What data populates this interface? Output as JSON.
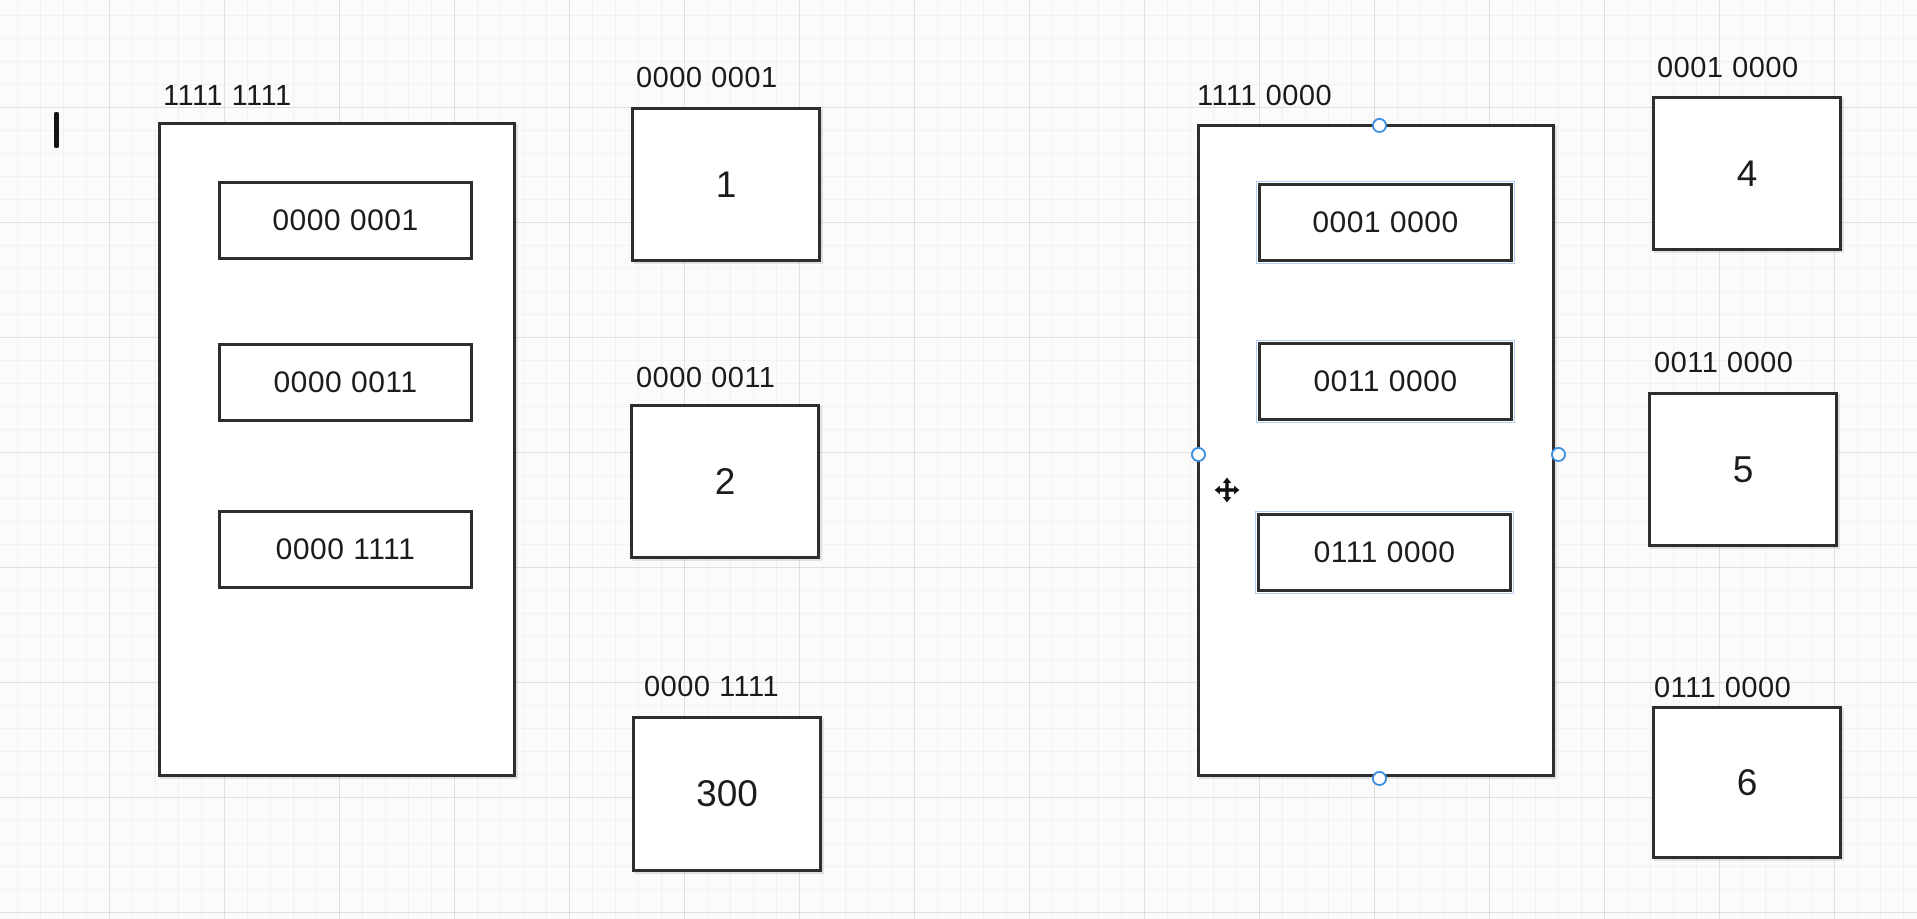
{
  "diagram": {
    "left_container": {
      "label": "1111 1111",
      "cells": [
        {
          "text": "0000 0001"
        },
        {
          "text": "0000 0011"
        },
        {
          "text": "0000 1111"
        }
      ]
    },
    "middle_boxes": [
      {
        "label": "0000 0001",
        "value": "1"
      },
      {
        "label": "0000 0011",
        "value": "2"
      },
      {
        "label": "0000 1111",
        "value": "300"
      }
    ],
    "right_container": {
      "label": "1111 0000",
      "cells": [
        {
          "text": "0001 0000"
        },
        {
          "text": "0011 0000"
        },
        {
          "text": "0111 0000"
        }
      ],
      "selected": true
    },
    "right_boxes": [
      {
        "label": "0001 0000",
        "value": "4"
      },
      {
        "label": "0011 0000",
        "value": "5"
      },
      {
        "label": "0111 0000",
        "value": "6"
      }
    ]
  },
  "icons": {
    "move_cursor": "move-icon",
    "selection_handles": [
      "top",
      "left",
      "right",
      "bottom"
    ],
    "text_caret": "caret-icon"
  },
  "colors": {
    "background": "#fbfbfb",
    "grid_minor": "#f0f0f0",
    "grid_major": "#e3e3e3",
    "shape_border": "#2e2e2e",
    "shape_fill": "#ffffff",
    "text": "#1a1a1a",
    "selection_handle_border": "#3d8fe0",
    "selection_handle_fill": "#ffffff",
    "child_highlight": "#7dafE8"
  }
}
